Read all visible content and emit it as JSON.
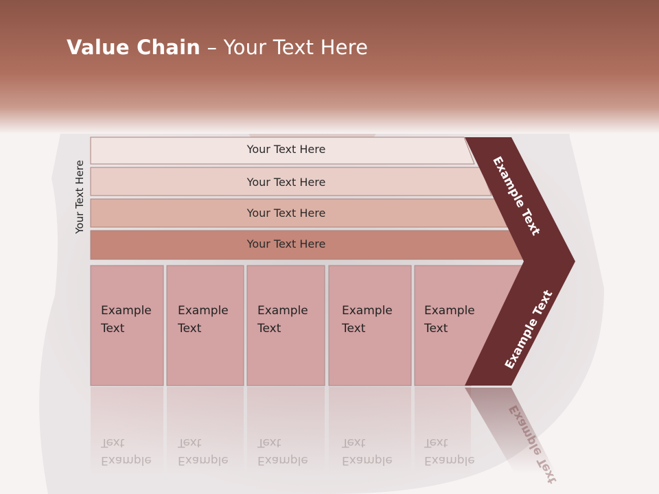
{
  "slide": {
    "title_bold": "Value Chain",
    "title_rest": " – Your Text Here",
    "side_label": "Your Text Here"
  },
  "rows": [
    {
      "label": "Your Text Here",
      "color": "#f2e4e1"
    },
    {
      "label": "Your Text Here",
      "color": "#e9cec8"
    },
    {
      "label": "Your Text Here",
      "color": "#ddb2a6"
    },
    {
      "label": "Your Text Here",
      "color": "#c4877a"
    }
  ],
  "columns": [
    {
      "line1": "Example",
      "line2": "Text"
    },
    {
      "line1": "Example",
      "line2": "Text"
    },
    {
      "line1": "Example",
      "line2": "Text"
    },
    {
      "line1": "Example",
      "line2": "Text"
    },
    {
      "line1": "Example",
      "line2": "Text"
    }
  ],
  "chevron": {
    "upper_label": "Example Text",
    "lower_label": "Example Text",
    "color": "#6a2f31"
  },
  "colors": {
    "header_band": "#a56452",
    "column_fill": "#d3a2a3"
  }
}
